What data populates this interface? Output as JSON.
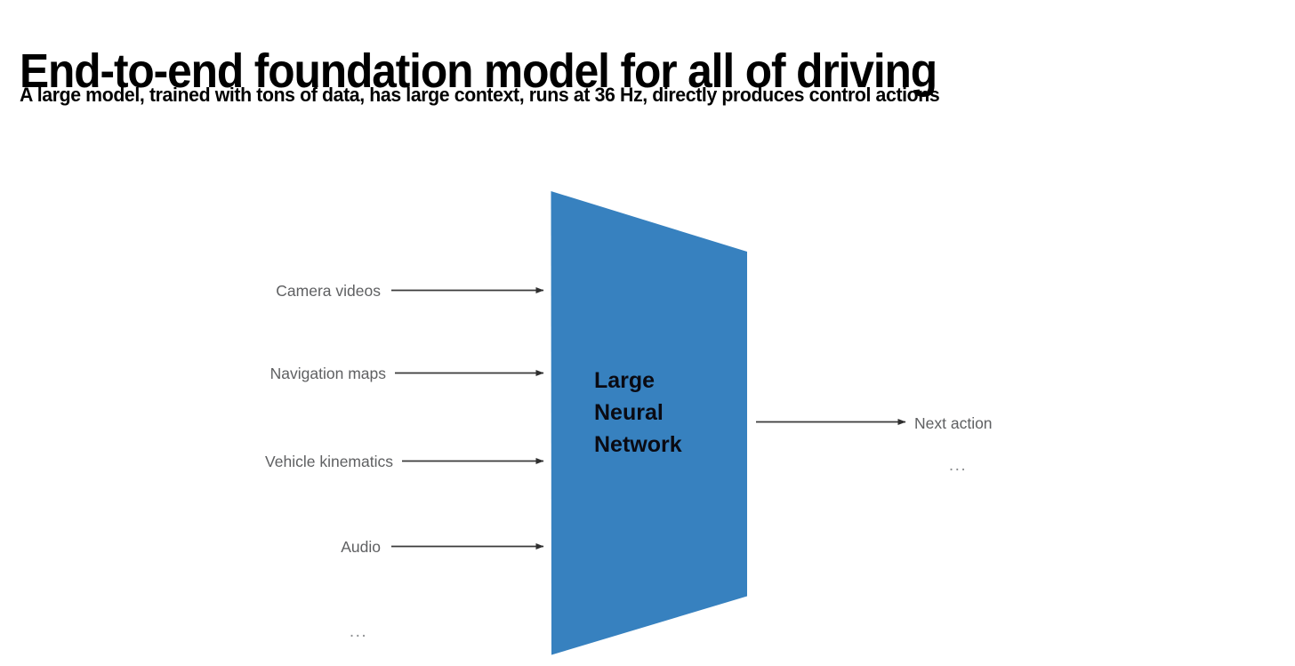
{
  "header": {
    "title": "End-to-end foundation model for all of driving",
    "subtitle": "A large model, trained with tons of data, has large context, runs at 36 Hz, directly produces control actions"
  },
  "diagram": {
    "type": "block-diagram",
    "model_block": {
      "label": "Large\nNeural\nNetwork",
      "shape": "trapezoid",
      "fill_color": "#3781bf"
    },
    "inputs": [
      {
        "label": "Camera videos",
        "arrow": "right-arrow"
      },
      {
        "label": "Navigation maps",
        "arrow": "right-arrow"
      },
      {
        "label": "Vehicle kinematics",
        "arrow": "right-arrow"
      },
      {
        "label": "Audio",
        "arrow": "right-arrow"
      }
    ],
    "inputs_more": "...",
    "outputs": [
      {
        "label": "Next action",
        "arrow": "right-arrow"
      }
    ],
    "outputs_more": "...",
    "colors": {
      "block_fill": "#3781bf",
      "label_text": "#5f6062",
      "arrow": "#3a3a3a",
      "ellipsis": "#8d8f91",
      "title_text": "#000000"
    }
  }
}
